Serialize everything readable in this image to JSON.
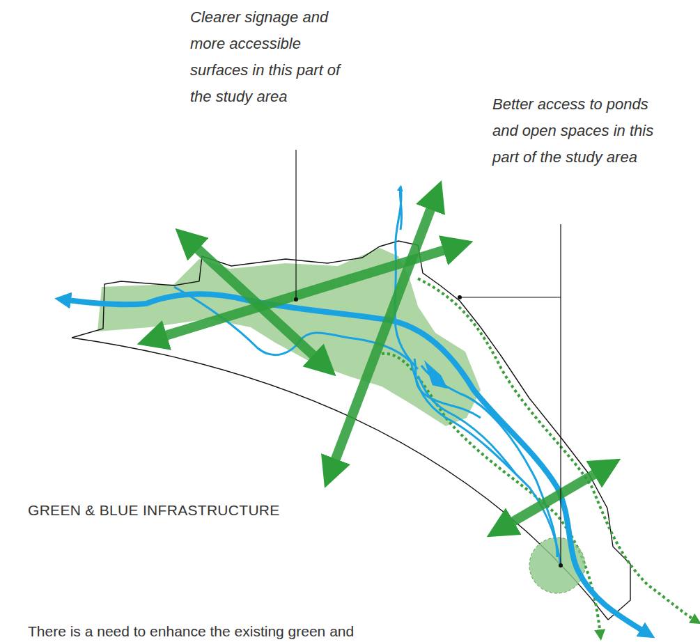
{
  "diagram": {
    "title": "GREEN & BLUE INFRASTRUCTURE",
    "labels": [
      "Clearer signage and more accessible surfaces in this part of the study area",
      "Better access to ponds and open spaces in this part of the study area",
      "There is a need to enhance the existing green and"
    ]
  }
}
